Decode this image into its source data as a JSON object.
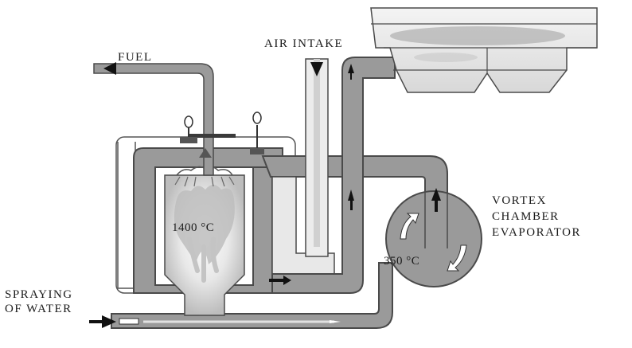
{
  "labels": {
    "fuel": "FUEL",
    "air_intake": "AIR INTAKE",
    "vortex_line1": "VORTEX",
    "vortex_line2": "CHAMBER",
    "vortex_line3": "EVAPORATOR",
    "spraying_line1": "SPRAYING",
    "spraying_line2": "OF WATER"
  },
  "temperatures": {
    "combustion": "1400 °C",
    "evaporator": "350 °C"
  },
  "colors": {
    "duct": "#9a9a9a",
    "duct_outline": "#4a4a4a",
    "light_fill": "#e4e4e4",
    "flame": "#bdbdbd",
    "arrow": "#111111"
  }
}
